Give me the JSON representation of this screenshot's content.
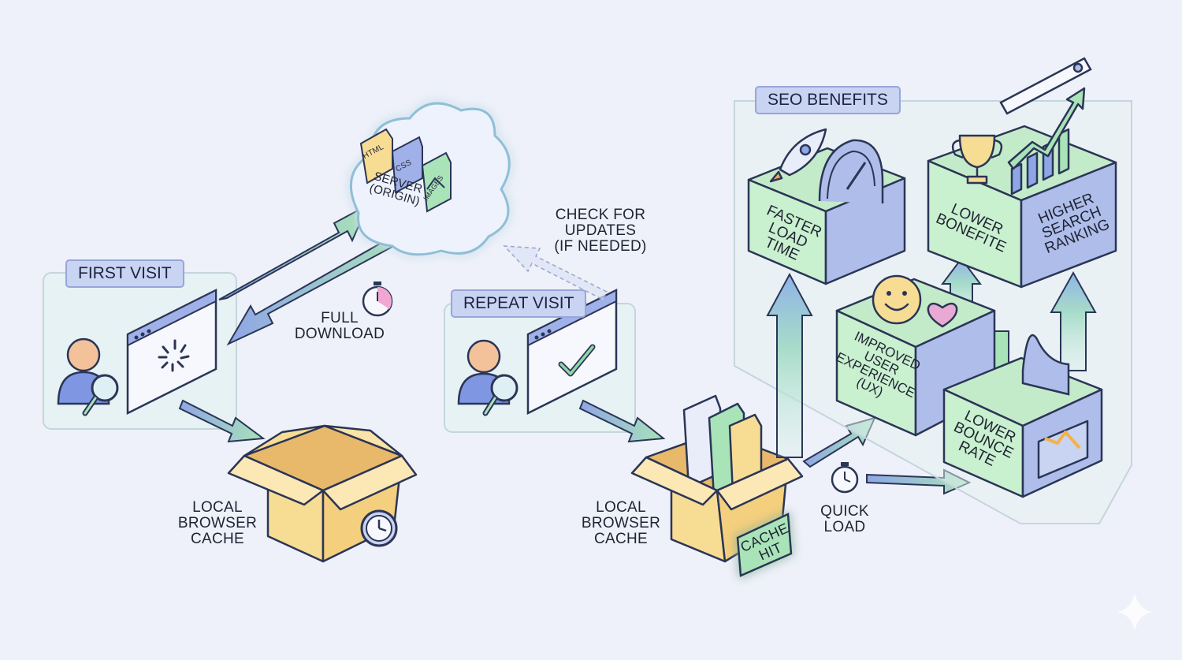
{
  "first_visit": {
    "tag": "FIRST VISIT",
    "full_download": [
      "FULL",
      "DOWNLOAD"
    ],
    "cache_label": [
      "LOCAL",
      "BROWSER",
      "CACHE"
    ]
  },
  "server": {
    "title": [
      "SERVER",
      "(ORIGIN)"
    ],
    "files": [
      "HTML",
      "CSS",
      "IMAGES"
    ]
  },
  "repeat_visit": {
    "tag": "REPEAT VISIT",
    "check_updates": [
      "CHECK FOR",
      "UPDATES",
      "(IF NEEDED)"
    ],
    "cache_label": [
      "LOCAL",
      "BROWSER",
      "CACHE"
    ],
    "cache_hit": [
      "CACHE",
      "HIT"
    ],
    "quick_load": [
      "QUICK",
      "LOAD"
    ]
  },
  "seo": {
    "tag": "SEO BENEFITS",
    "faster_load": [
      "FASTER",
      "LOAD TIME"
    ],
    "lower_bonefite": [
      "LOWER",
      "BONEFITE"
    ],
    "higher_ranking": [
      "HIGHER",
      "SEARCH",
      "RANKING"
    ],
    "improved_ux": [
      "IMPROVED",
      "USER",
      "EXPERIENCE",
      "(UX)"
    ],
    "lower_bounce": [
      "LOWER",
      "BOUNCE",
      "RATE"
    ]
  },
  "colors": {
    "accent_blue": "#8fa6e6",
    "accent_green": "#a9e3b8",
    "box_yellow": "#f7dc94",
    "tag_bg": "#c9d3f2"
  },
  "icons": [
    "user-icon",
    "magnifier-icon",
    "browser-window-icon",
    "spinner-icon",
    "checkmark-icon",
    "stopwatch-icon",
    "cloud-icon",
    "cardboard-box-icon",
    "clock-icon",
    "rocket-icon",
    "speedometer-icon",
    "trophy-icon",
    "bar-chart-icon",
    "search-bar-icon",
    "smiley-icon",
    "heart-icon",
    "trend-down-icon"
  ]
}
